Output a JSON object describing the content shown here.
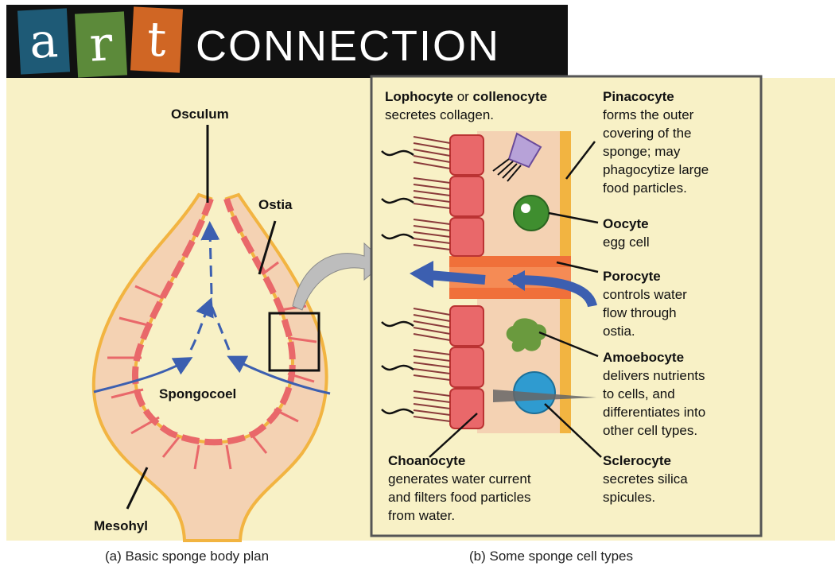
{
  "header": {
    "tile_letters": [
      "a",
      "r",
      "t"
    ],
    "word": "CONNECTION",
    "colors": {
      "tile_a": "#1e5a76",
      "tile_r": "#5c8a3a",
      "tile_t": "#d06624"
    }
  },
  "part_a": {
    "labels": {
      "osculum": "Osculum",
      "ostia": "Ostia",
      "spongocoel": "Spongocoel",
      "mesohyl": "Mesohyl"
    },
    "caption": "(a) Basic sponge body plan"
  },
  "part_b": {
    "cells": {
      "lophocyte": {
        "name": "Lophocyte",
        "or": "or",
        "alt_name": "collenocyte",
        "desc": "secretes collagen."
      },
      "pinacocyte": {
        "name": "Pinacocyte",
        "desc": [
          "forms the outer",
          "covering of the",
          "sponge; may",
          "phagocytize large",
          "food particles."
        ]
      },
      "oocyte": {
        "name": "Oocyte",
        "desc": [
          "egg cell"
        ]
      },
      "porocyte": {
        "name": "Porocyte",
        "desc": [
          "controls water",
          "flow through",
          "ostia."
        ]
      },
      "amoebocyte": {
        "name": "Amoebocyte",
        "desc": [
          "delivers nutrients",
          "to cells, and",
          "differentiates into",
          "other cell types."
        ]
      },
      "sclerocyte": {
        "name": "Sclerocyte",
        "desc": [
          "secretes silica",
          "spicules."
        ]
      },
      "choanocyte": {
        "name": "Choanocyte",
        "desc": [
          "generates water current",
          "and filters food particles",
          "from water."
        ]
      }
    },
    "caption": "(b) Some sponge cell types"
  },
  "colors": {
    "background": "#f8f1c6",
    "body_wall": "#f4d2b3",
    "choanocyte": "#e9686a",
    "water_flow": "#3c5fb0",
    "porocyte": "#f0703a",
    "oocyte": "#3f8e2f",
    "amoebocyte": "#6a9a3e",
    "sclerocyte": "#2f9bd0",
    "lophocyte": "#b7a2d8",
    "pinacocyte": "#f2b441"
  }
}
